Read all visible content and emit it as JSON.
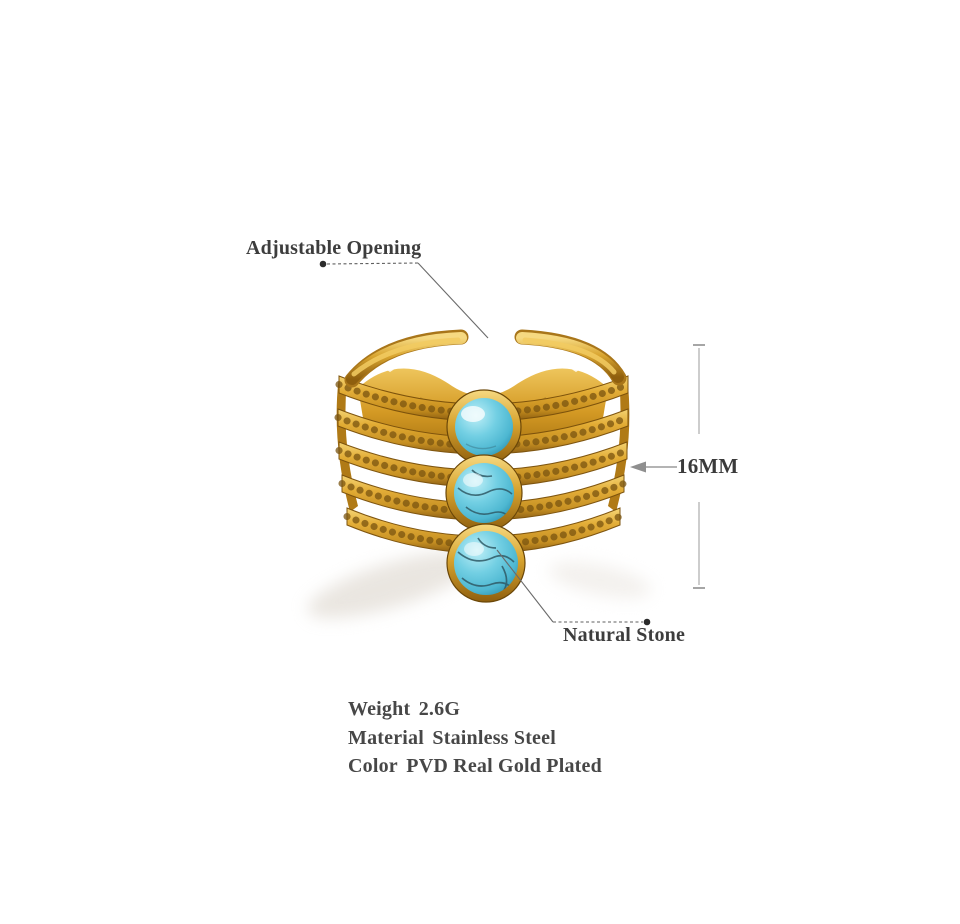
{
  "figure": {
    "kind": "jewelry-product-annotation",
    "product": "multi-band open ring with three turquoise stones"
  },
  "callouts": {
    "adjustable_opening": {
      "label": "Adjustable Opening"
    },
    "dimension": {
      "label": "16MM"
    },
    "natural_stone": {
      "label": "Natural Stone"
    }
  },
  "specs": {
    "lines": [
      {
        "label": "Weight",
        "value": "2.6G"
      },
      {
        "label": "Material",
        "value": "Stainless Steel"
      },
      {
        "label": "Color",
        "value": "PVD Real Gold Plated"
      }
    ]
  },
  "colors": {
    "background": "#ffffff",
    "gold_light": "#F6CE62",
    "gold_mid": "#D99F2B",
    "gold_dark": "#8A5C10",
    "turquoise": "#5FC4DC",
    "turquoise_light": "#BFEFF7",
    "stone_vein": "#2F5A66",
    "text": "#3D3D3D",
    "leader_line": "#5F5F5F",
    "dimension_line": "#A0A0A0"
  }
}
